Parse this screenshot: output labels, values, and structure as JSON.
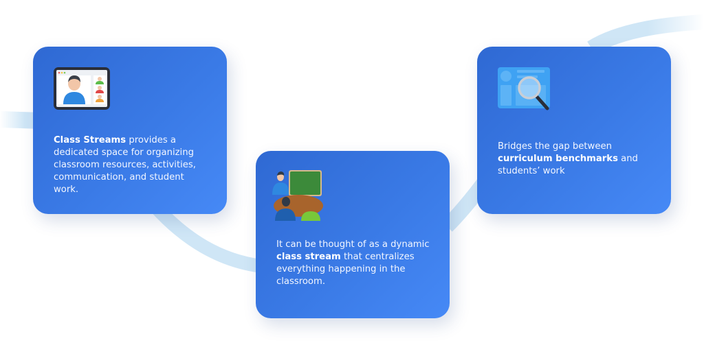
{
  "colors": {
    "card_start": "#2f69d3",
    "card_end": "#4689f6",
    "curve": "#cfe6f6",
    "text": "#ffffff"
  },
  "cards": [
    {
      "icon": "video-conference-icon",
      "text_bold": "Class Streams",
      "text_rest": " provides a dedicated space for organizing classroom resources, activities, communication, and student work."
    },
    {
      "icon": "teacher-classroom-icon",
      "text_pre": "It can be thought of as a dynamic ",
      "text_bold": "class stream",
      "text_post": " that centralizes everything happening in the classroom."
    },
    {
      "icon": "document-magnifier-icon",
      "text_pre": "Bridges the gap between ",
      "text_bold": "curriculum benchmarks",
      "text_post": " and students’ work"
    }
  ]
}
